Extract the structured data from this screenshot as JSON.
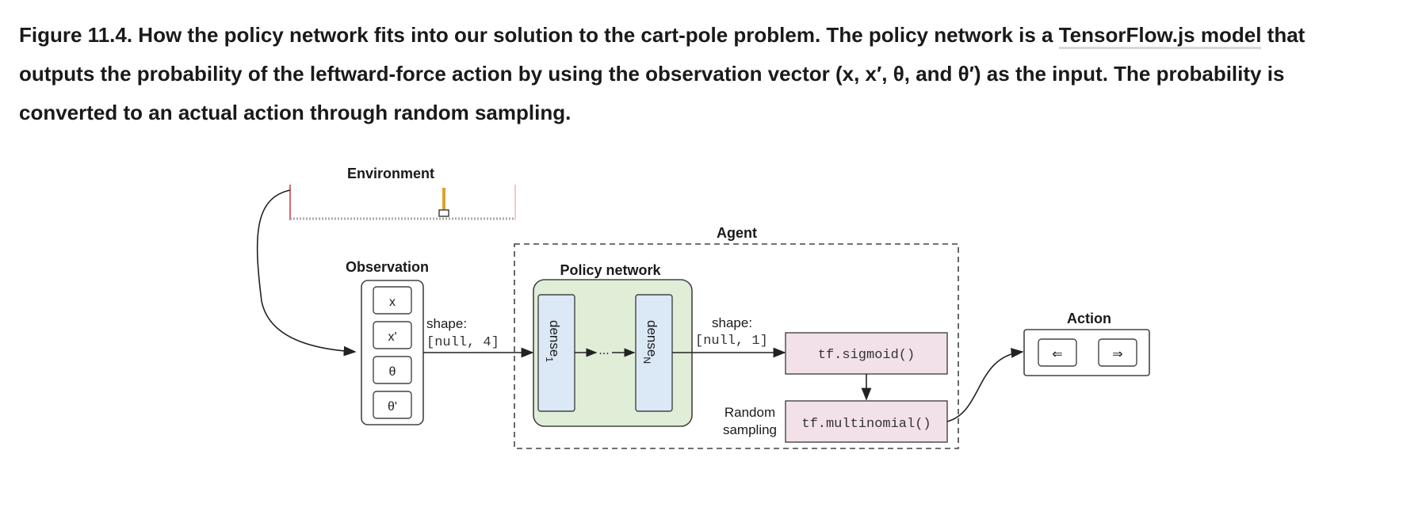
{
  "caption": {
    "figure_label": "Figure 11.4.",
    "text_part1": " How the policy network fits into our solution to the cart-pole problem. The policy network is a ",
    "link_text": "TensorFlow.js model",
    "text_part2": " that outputs the probability of the leftward-force action by using the observation vector (x, x′, θ, and θ′) as the input. The probability is converted to an actual action through random sampling."
  },
  "diagram": {
    "environment_label": "Environment",
    "agent_label": "Agent",
    "observation_label": "Observation",
    "observation_items": [
      "x",
      "x'",
      "θ",
      "θ'"
    ],
    "policy_network_label": "Policy network",
    "dense_first": "dense",
    "dense_first_sub": "1",
    "dense_last": "dense",
    "dense_last_sub": "N",
    "ellipsis": "...",
    "input_shape_label": "shape:",
    "input_shape_value": "[null, 4]",
    "output_shape_label": "shape:",
    "output_shape_value": "[null, 1]",
    "sigmoid_label": "tf.sigmoid()",
    "multinomial_label": "tf.multinomial()",
    "random_sampling_line1": "Random",
    "random_sampling_line2": "sampling",
    "action_label": "Action",
    "action_left": "⇐",
    "action_right": "⇒"
  },
  "colors": {
    "policy_fill": "#e0edd7",
    "dense_fill": "#dbe8f6",
    "tf_fill": "#f3e1ea",
    "env_accent": "#e0a030",
    "env_wall": "#d66a6a"
  }
}
